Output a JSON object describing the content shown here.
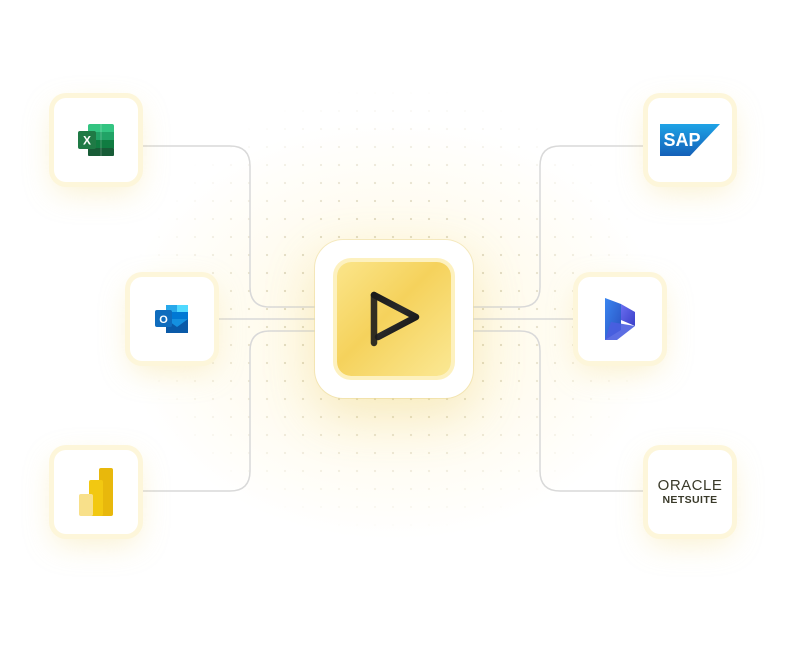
{
  "hub": {
    "name": "play-logo"
  },
  "left_apps": [
    {
      "name": "excel",
      "glyph": "X"
    },
    {
      "name": "outlook",
      "glyph": "O"
    },
    {
      "name": "power-bi"
    }
  ],
  "right_apps": [
    {
      "name": "sap",
      "wordmark": "SAP"
    },
    {
      "name": "dynamics-365"
    },
    {
      "name": "oracle-netsuite",
      "line1": "ORACLE",
      "line2": "NETSUITE"
    }
  ],
  "colors": {
    "excel_green": "#1f7a45",
    "outlook_blue": "#0f6cbd",
    "powerbi_yellow": "#f2c811",
    "sap_blue": "#1c79c9",
    "dynamics_blue": "#2f54c9",
    "hub_yellow": "#f5d25c",
    "connector_gray": "#d9d9d9"
  }
}
